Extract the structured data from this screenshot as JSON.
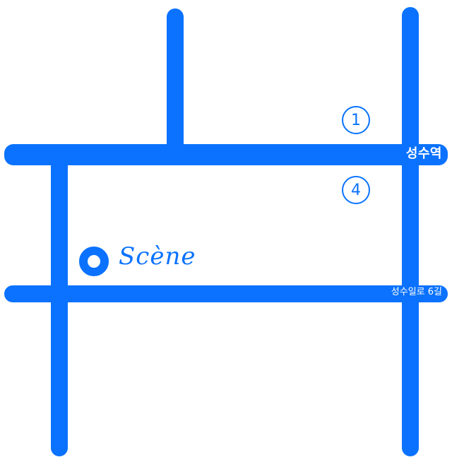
{
  "colors": {
    "road": "#0a72ff",
    "background": "#ffffff",
    "label_on_road": "#ffffff"
  },
  "map": {
    "station_label": "성수역",
    "road_label": "성수일로 6길",
    "exits": [
      {
        "label": "1"
      },
      {
        "label": "4"
      }
    ],
    "venue": {
      "name": "Scène",
      "icon": "location-ring-icon"
    }
  }
}
